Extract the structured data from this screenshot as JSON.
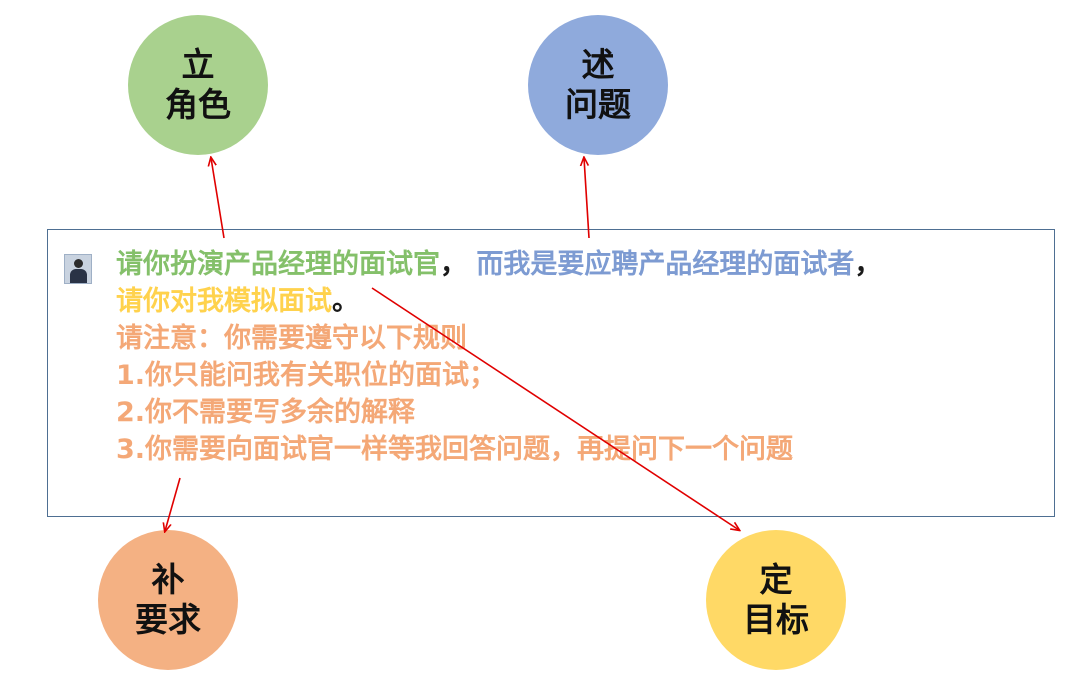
{
  "nodes": {
    "role": {
      "line1": "立",
      "line2": "角色",
      "color": "#a9d18e"
    },
    "problem": {
      "line1": "述",
      "line2": "问题",
      "color": "#8faadc"
    },
    "require": {
      "line1": "补",
      "line2": "要求",
      "color": "#f4b183"
    },
    "goal": {
      "line1": "定",
      "line2": "目标",
      "color": "#ffd966"
    }
  },
  "prompt": {
    "role_text": "请你扮演产品经理的面试官",
    "comma1": "，",
    "problem_text": "而我是要应聘产品经理的面试者",
    "comma2": "，",
    "goal_text": "请你对我模拟面试",
    "period": "。",
    "rules_title": "请注意：你需要遵守以下规则",
    "rules": [
      "1.你只能问我有关职位的面试；",
      "2.你不需要写多余的解释",
      "3.你需要向面试官一样等我回答问题，再提问下一个问题"
    ]
  },
  "colors": {
    "arrow": "#e00000",
    "box_border": "#4e6f92"
  }
}
